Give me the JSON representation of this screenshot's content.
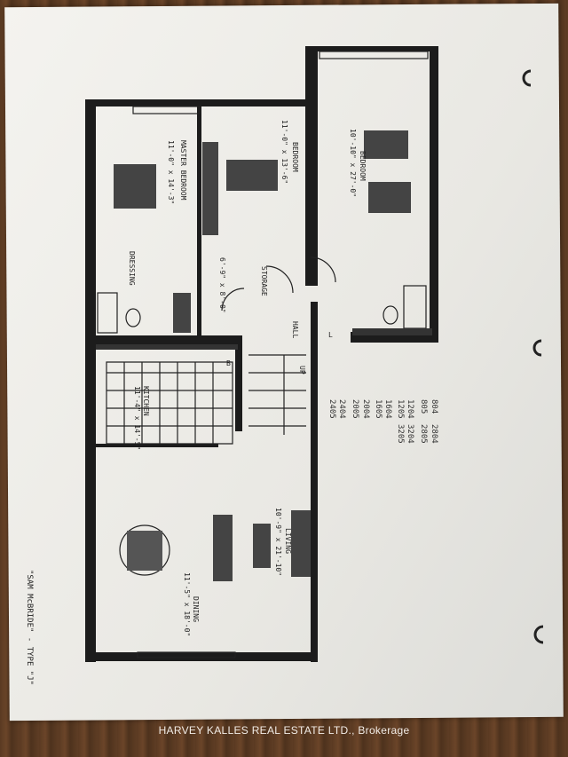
{
  "plan": {
    "rooms": [
      {
        "name": "MASTER BEDROOM",
        "size": "11'-0\" x 14'-3\""
      },
      {
        "name": "BEDROOM",
        "size": "11'-0\" x 13'-6\""
      },
      {
        "name": "BEDROOM",
        "size": "10'-10\" x 27'-0\""
      },
      {
        "name": "DRESSING",
        "size": ""
      },
      {
        "name": "",
        "size": "6'-9\" x 8'-0\""
      },
      {
        "name": "STORAGE",
        "size": ""
      },
      {
        "name": "HALL",
        "size": ""
      },
      {
        "name": "KITCHEN",
        "size": "11'-4\" x 14'-5\""
      },
      {
        "name": "LIVING",
        "size": "10'-9\" x 21'-10\""
      },
      {
        "name": "DINING",
        "size": "11'-5\" x 18'-0\""
      }
    ],
    "stair_label": "UP",
    "marks": [
      "B",
      "L"
    ],
    "caption": "\"SAM McBRIDE\" - TYPE \"J\"",
    "units_col1": [
      "804",
      "805",
      "1204",
      "1205",
      "1604",
      "1605",
      "2004",
      "2005",
      "2404",
      "2405"
    ],
    "units_col2": [
      "2804",
      "2805",
      "3204",
      "3205"
    ]
  },
  "watermark": "HARVEY KALLES REAL ESTATE LTD., Brokerage",
  "colors": {
    "wall": "#1c1c1c",
    "paper": "#efeeea",
    "wood": "#5b3b24"
  }
}
